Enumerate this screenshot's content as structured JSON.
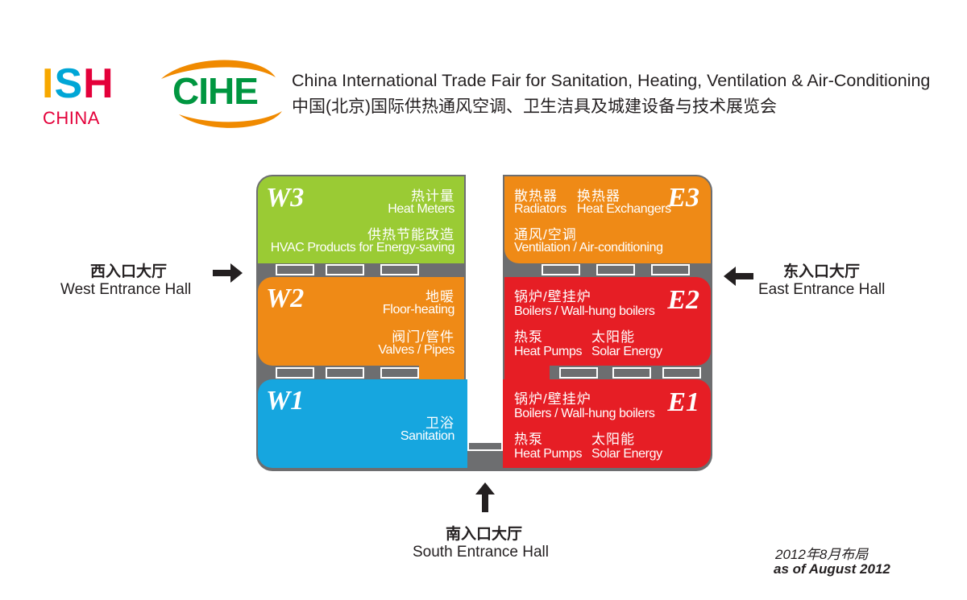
{
  "header": {
    "ish_letters": [
      "I",
      "S",
      "H"
    ],
    "ish_colors": [
      "#f7a800",
      "#00a6d6",
      "#e4003a"
    ],
    "ish_sub": "CHINA",
    "cihe": "CIHE",
    "title_en": "China International Trade Fair for Sanitation, Heating, Ventilation & Air-Conditioning",
    "title_cn": "中国(北京)国际供热通风空调、卫生洁具及城建设备与技术展览会"
  },
  "colors": {
    "w3": "#9acb34",
    "w2": "#ef8a16",
    "w1": "#16a6df",
    "e3": "#ef8a16",
    "e2": "#e61e25",
    "e1": "#e61e25",
    "frame": "#6d6e70"
  },
  "halls": {
    "w3": {
      "label": "W3",
      "cn1": "热计量",
      "en1": "Heat Meters",
      "cn2": "供热节能改造",
      "en2": "HVAC Products for Energy-saving"
    },
    "w2": {
      "label": "W2",
      "cn1": "地暖",
      "en1": "Floor-heating",
      "cn2": "阀门/管件",
      "en2": "Valves / Pipes"
    },
    "w1": {
      "label": "W1",
      "cn1": "卫浴",
      "en1": "Sanitation"
    },
    "e3": {
      "label": "E3",
      "cn1a": "散热器",
      "cn1b": "换热器",
      "en1a": "Radiators",
      "en1b": "Heat Exchangers",
      "cn2": "通风/空调",
      "en2": "Ventilation / Air-conditioning"
    },
    "e2": {
      "label": "E2",
      "cn1": "锅炉/壁挂炉",
      "en1": "Boilers / Wall-hung boilers",
      "cn2a": "热泵",
      "cn2b": "太阳能",
      "en2a": "Heat Pumps",
      "en2b": "Solar Energy"
    },
    "e1": {
      "label": "E1",
      "cn1": "锅炉/壁挂炉",
      "en1": "Boilers / Wall-hung boilers",
      "cn2a": "热泵",
      "cn2b": "太阳能",
      "en2a": "Heat Pumps",
      "en2b": "Solar Energy"
    }
  },
  "entrances": {
    "west": {
      "cn": "西入口大厅",
      "en": "West Entrance Hall"
    },
    "east": {
      "cn": "东入口大厅",
      "en": "East Entrance Hall"
    },
    "south": {
      "cn": "南入口大厅",
      "en": "South Entrance Hall"
    }
  },
  "date": {
    "cn": "2012年8月布局",
    "en": "as of August 2012"
  }
}
